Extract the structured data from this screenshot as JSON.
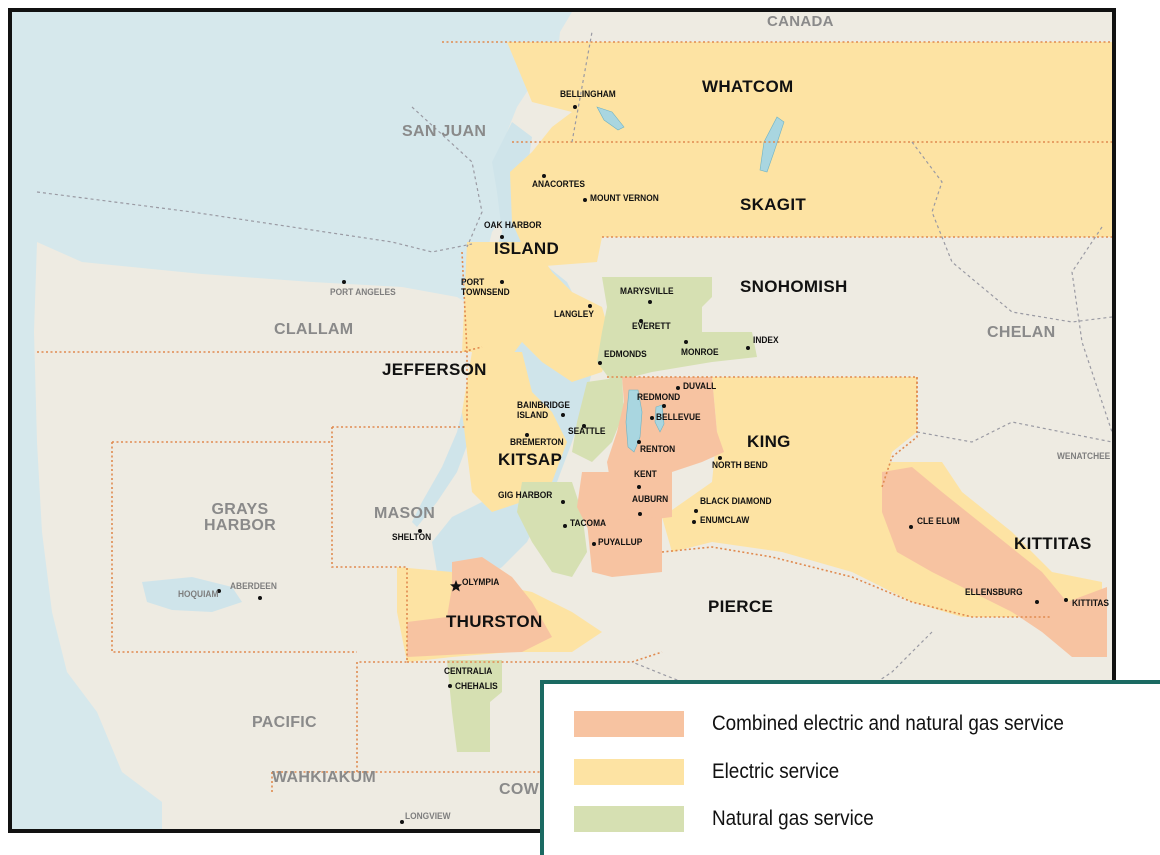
{
  "map": {
    "country_label": "CANADA",
    "colors": {
      "water": "#d6e8ec",
      "land": "#eeebe2",
      "combined": "#f7c3a1",
      "electric": "#fde3a3",
      "gas": "#d6e0b2",
      "border": "#e08a4f"
    },
    "counties": {
      "whatcom": "WHATCOM",
      "san_juan": "SAN JUAN",
      "skagit": "SKAGIT",
      "island": "ISLAND",
      "snohomish": "SNOHOMISH",
      "clallam": "CLALLAM",
      "jefferson": "JEFFERSON",
      "chelan": "CHELAN",
      "king": "KING",
      "kitsap": "KITSAP",
      "grays_harbor": "GRAYS\nHARBOR",
      "mason": "MASON",
      "kittitas": "KITTITAS",
      "thurston": "THURSTON",
      "pierce": "PIERCE",
      "pacific": "PACIFIC",
      "wahkiakum": "WAHKIAKUM",
      "cowlitz": "COW"
    },
    "cities": {
      "bellingham": "BELLINGHAM",
      "anacortes": "ANACORTES",
      "mount_vernon": "MOUNT VERNON",
      "oak_harbor": "OAK HARBOR",
      "port_angeles": "PORT ANGELES",
      "port_townsend": "PORT\nTOWNSEND",
      "langley": "LANGLEY",
      "marysville": "MARYSVILLE",
      "everett": "EVERETT",
      "edmonds": "EDMONDS",
      "monroe": "MONROE",
      "index": "INDEX",
      "duvall": "DUVALL",
      "redmond": "REDMOND",
      "bellevue": "BELLEVUE",
      "bainbridge_island": "BAINBRIDGE\nISLAND",
      "seattle": "SEATTLE",
      "renton": "RENTON",
      "bremerton": "BREMERTON",
      "kent": "KENT",
      "north_bend": "NORTH BEND",
      "wenatchee": "WENATCHEE",
      "gig_harbor": "GIG HARBOR",
      "auburn": "AUBURN",
      "black_diamond": "BLACK DIAMOND",
      "enumclaw": "ENUMCLAW",
      "tacoma": "TACOMA",
      "puyallup": "PUYALLUP",
      "shelton": "SHELTON",
      "cle_elum": "CLE ELUM",
      "olympia": "OLYMPIA",
      "ellensburg": "ELLENSBURG",
      "kittitas_city": "KITTITAS",
      "aberdeen": "ABERDEEN",
      "hoquiam": "HOQUIAM",
      "centralia": "CENTRALIA",
      "chehalis": "CHEHALIS",
      "longview": "LONGVIEW"
    }
  },
  "legend": {
    "items": [
      {
        "label": "Combined electric and natural gas service",
        "color": "#f7c3a1"
      },
      {
        "label": "Electric service",
        "color": "#fde3a3"
      },
      {
        "label": "Natural gas service",
        "color": "#d6e0b2"
      }
    ]
  }
}
